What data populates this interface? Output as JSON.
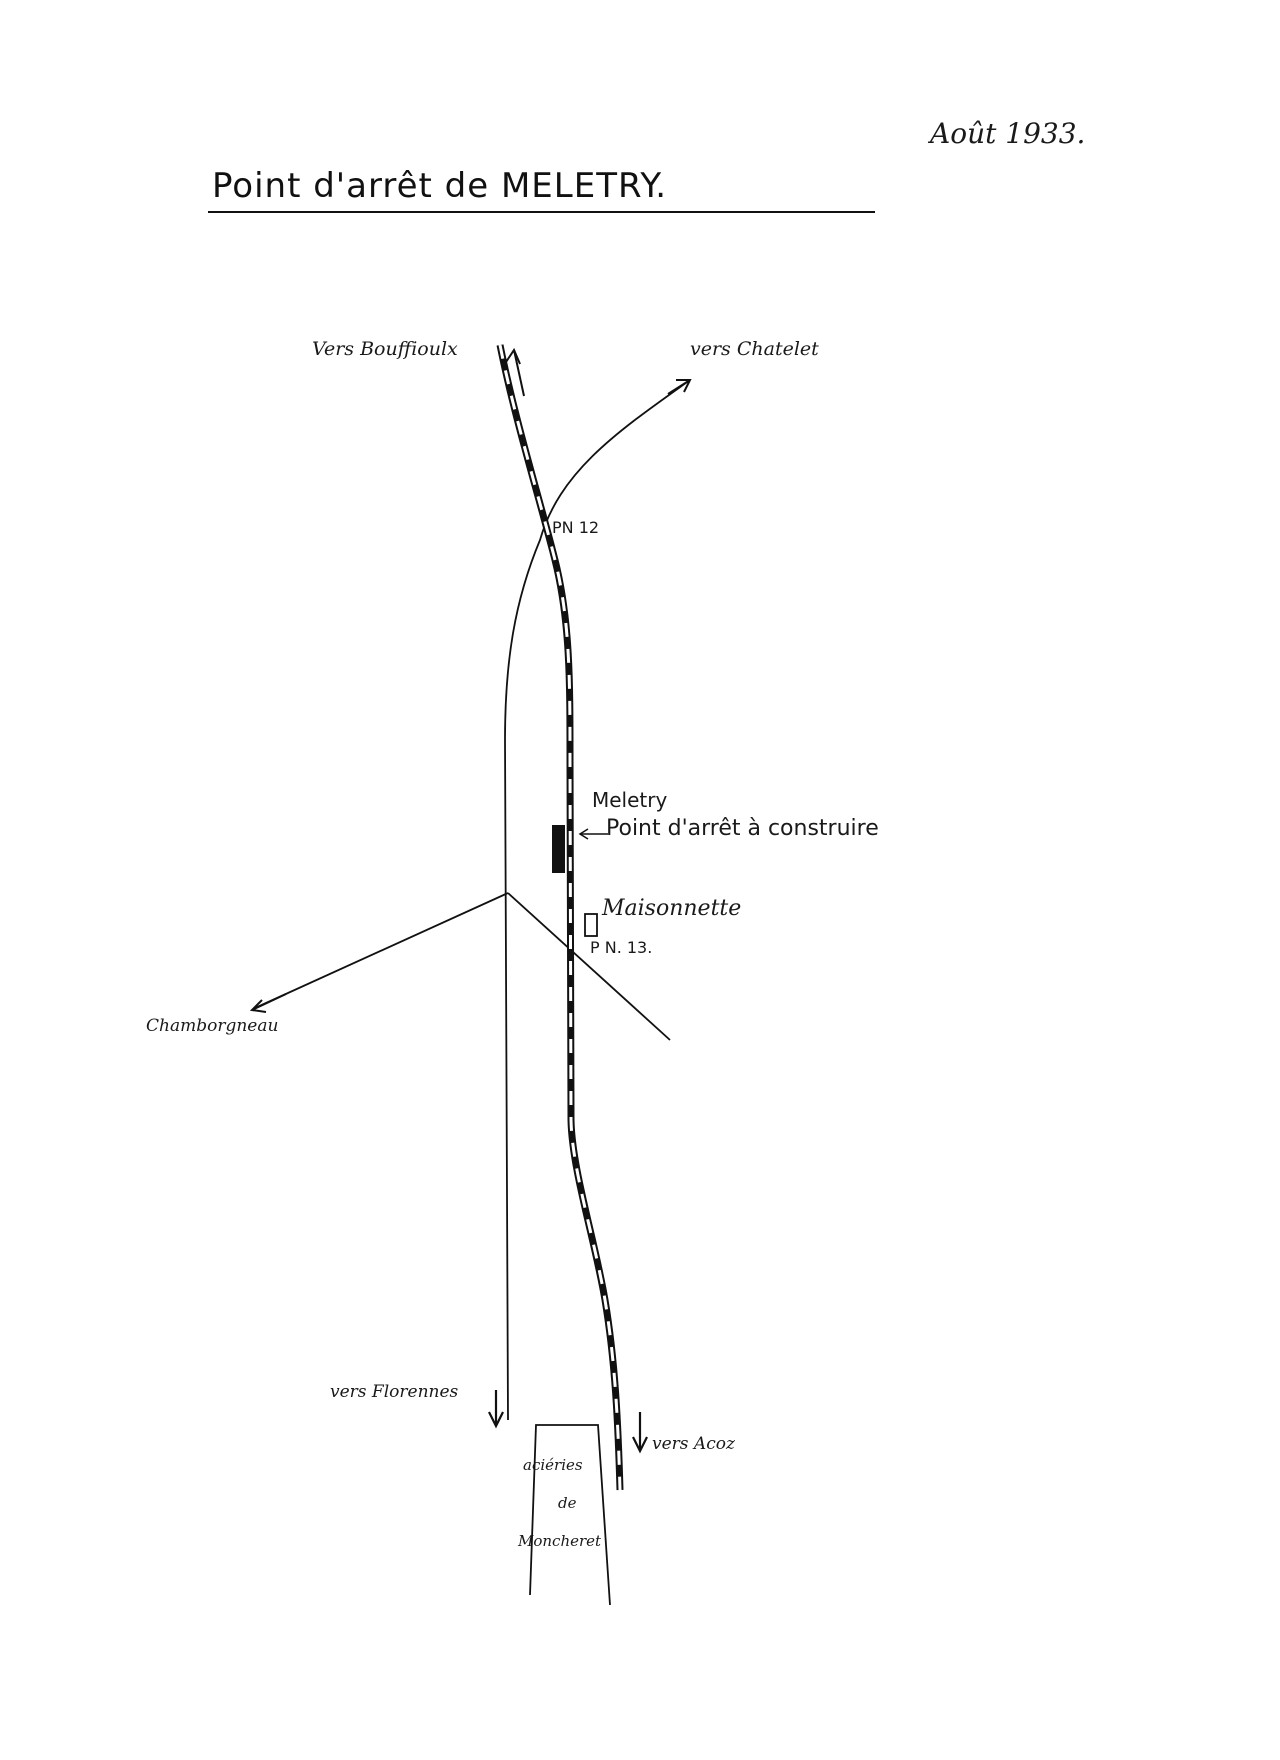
{
  "header": {
    "date": "Août 1933.",
    "title": "Point d'arrêt de MELETRY."
  },
  "labels": {
    "to_bouffioulx": "Vers Bouffioulx",
    "to_chatelet": "vers Chatelet",
    "pn12": "PN 12",
    "station_name": "Meletry",
    "station_note": "Point d'arrêt à construire",
    "maisonnette": "Maisonnette",
    "pn13": "P N. 13.",
    "to_chamborgneau": "Chamborgneau",
    "to_florennes": "vers Florennes",
    "to_acoz": "vers Acoz",
    "acieries_line1": "aciéries",
    "acieries_line2": "de",
    "acieries_line3": "Moncheret"
  }
}
